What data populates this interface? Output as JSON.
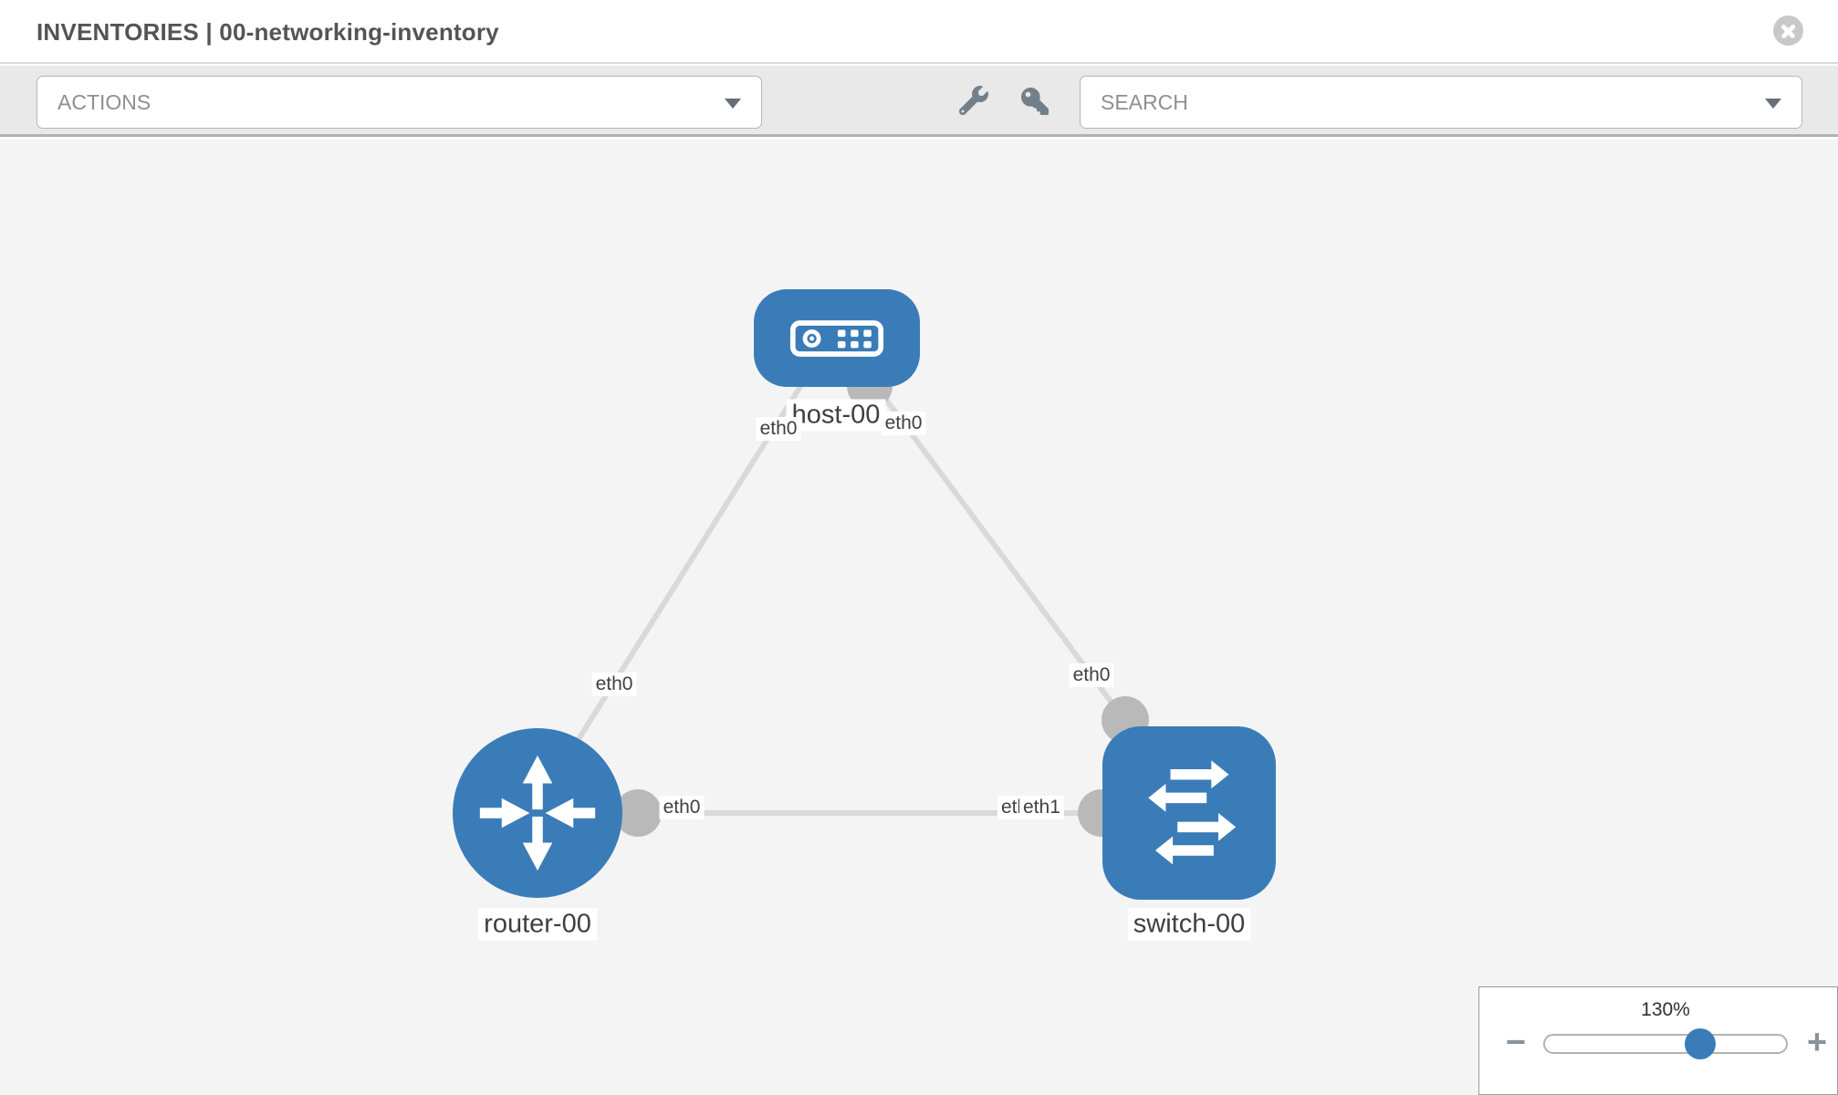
{
  "header": {
    "title": "INVENTORIES | 00-networking-inventory"
  },
  "toolbar": {
    "actions": {
      "placeholder": "ACTIONS"
    },
    "search": {
      "placeholder": "SEARCH"
    },
    "icons": [
      "wrench-icon",
      "key-icon",
      "chevron-down-icon"
    ]
  },
  "topology": {
    "nodes": [
      {
        "id": "host-00",
        "label": "host-00",
        "type": "host",
        "icon": "host-icon",
        "color": "#3a7cb8"
      },
      {
        "id": "router-00",
        "label": "router-00",
        "type": "router",
        "icon": "router-icon",
        "color": "#3a7cb8"
      },
      {
        "id": "switch-00",
        "label": "switch-00",
        "type": "switch",
        "icon": "switch-icon",
        "color": "#3a7cb8"
      }
    ],
    "links": [
      {
        "source": "host-00",
        "target": "router-00",
        "source_interface": "eth0",
        "target_interface": "eth0"
      },
      {
        "source": "host-00",
        "target": "switch-00",
        "source_interface": "eth0",
        "target_interface": "eth0"
      },
      {
        "source": "router-00",
        "target": "switch-00",
        "source_interface": "eth0",
        "target_interface": "eth1"
      }
    ],
    "colors": {
      "link": "#d9d9d9",
      "interface_port": "#b9b9b9",
      "canvas_background": "#f4f4f4"
    }
  },
  "zoom_panel": {
    "level": "130%",
    "zoom_out_glyph": "−",
    "zoom_in_glyph": "+",
    "icons": [
      "minus-icon",
      "plus-icon"
    ]
  }
}
